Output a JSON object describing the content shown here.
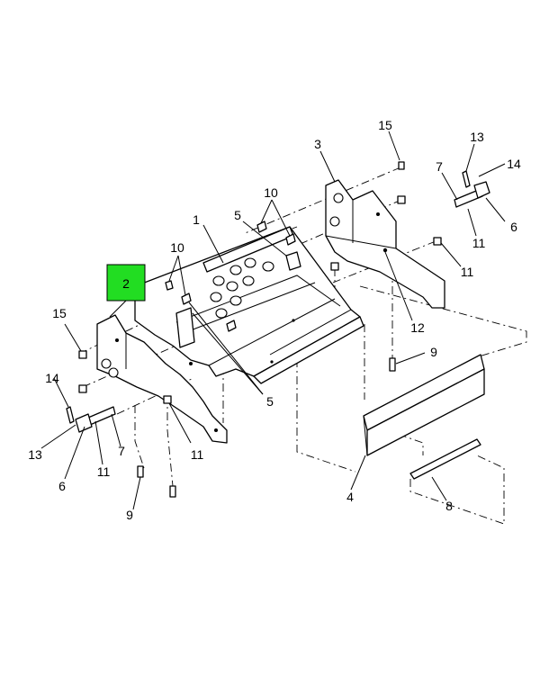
{
  "highlight": {
    "label": "2",
    "fill": "#22dd22",
    "text_color": "#333333"
  },
  "callouts": [
    {
      "id": "c15a",
      "text": "15"
    },
    {
      "id": "c3",
      "text": "3"
    },
    {
      "id": "c13a",
      "text": "13"
    },
    {
      "id": "c14a",
      "text": "14"
    },
    {
      "id": "c7a",
      "text": "7"
    },
    {
      "id": "c6a",
      "text": "6"
    },
    {
      "id": "c11a",
      "text": "11"
    },
    {
      "id": "c11b",
      "text": "11"
    },
    {
      "id": "c10a",
      "text": "10"
    },
    {
      "id": "c5a",
      "text": "5"
    },
    {
      "id": "c1",
      "text": "1"
    },
    {
      "id": "c10b",
      "text": "10"
    },
    {
      "id": "c12",
      "text": "12"
    },
    {
      "id": "c15b",
      "text": "15"
    },
    {
      "id": "c9a",
      "text": "9"
    },
    {
      "id": "c5b",
      "text": "5"
    },
    {
      "id": "c14b",
      "text": "14"
    },
    {
      "id": "c13b",
      "text": "13"
    },
    {
      "id": "c6b",
      "text": "6"
    },
    {
      "id": "c11c",
      "text": "11"
    },
    {
      "id": "c7b",
      "text": "7"
    },
    {
      "id": "c11d",
      "text": "11"
    },
    {
      "id": "c4",
      "text": "4"
    },
    {
      "id": "c8",
      "text": "8"
    },
    {
      "id": "c9b",
      "text": "9"
    }
  ]
}
